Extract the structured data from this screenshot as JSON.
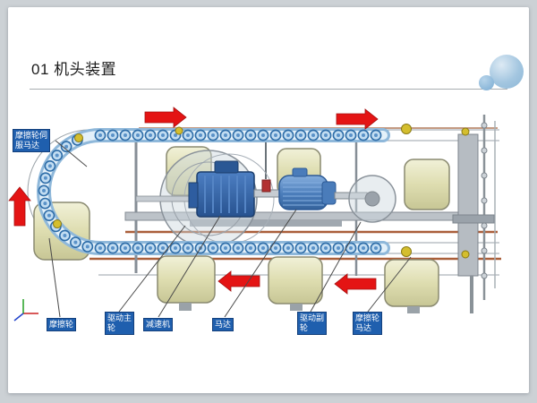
{
  "slide": {
    "title": "01 机头装置"
  },
  "diagram": {
    "annotations": {
      "servo_motor": "摩擦轮伺服马达",
      "friction_wheel": "摩擦轮",
      "drive_main_wheel": "驱动主轮",
      "reducer": "减速机",
      "motor": "马达",
      "drive_sub_wheel": "驱动副轮",
      "friction_wheel_motor": "摩擦轮马达"
    },
    "colors": {
      "annotation_background": "#1f5fae",
      "arrow_red": "#e41414",
      "roller_blue": "#2e6da8",
      "chain_band": "#8fb8da",
      "machinery_blue": "#3567ae",
      "wheel_cream": "#dfdfb4"
    }
  }
}
